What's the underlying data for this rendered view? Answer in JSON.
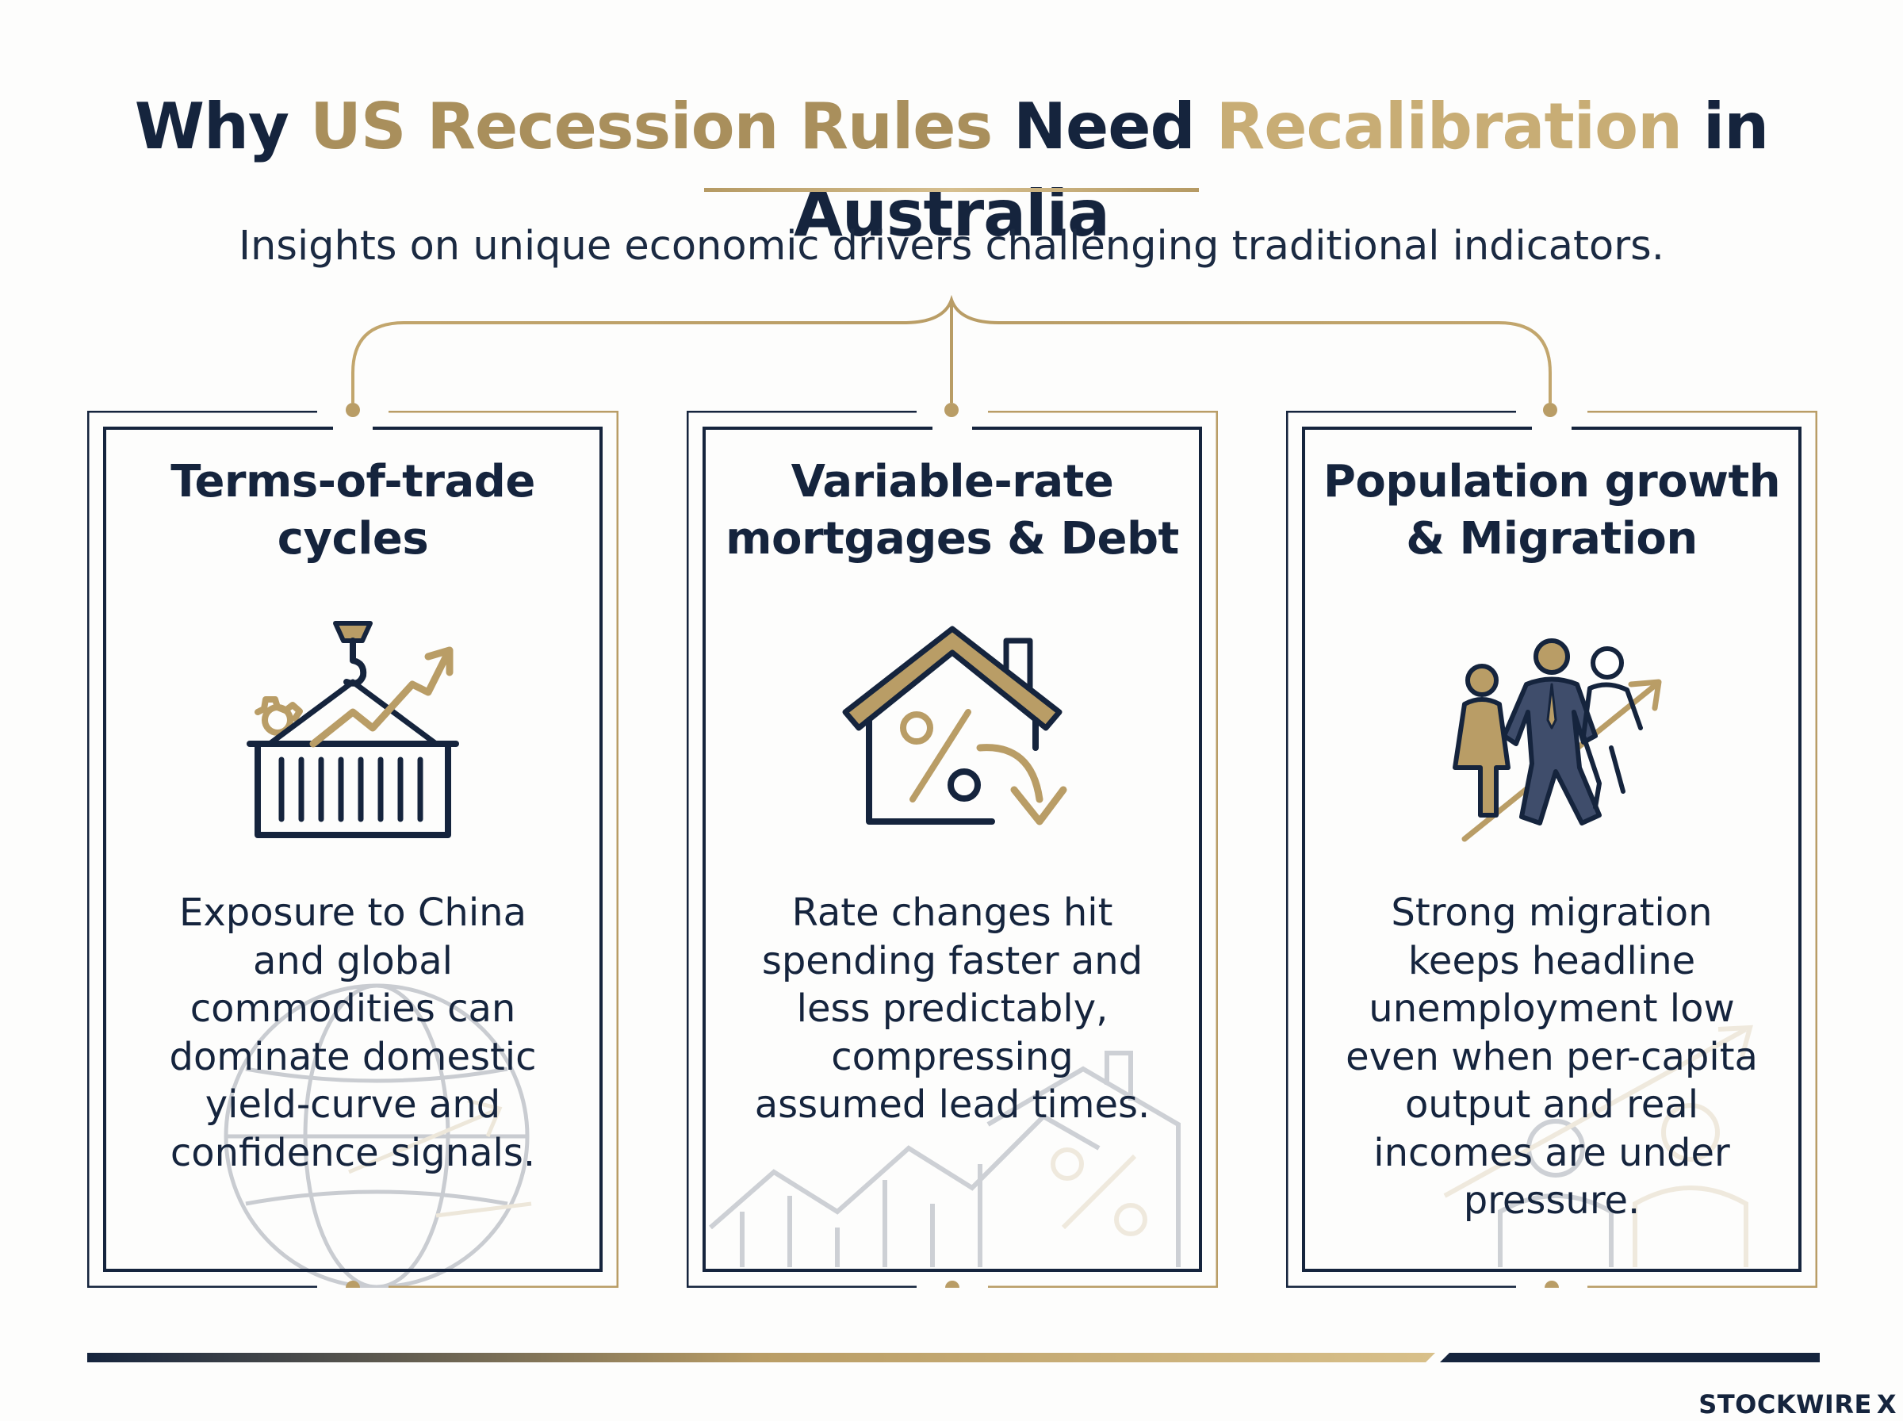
{
  "header": {
    "title_parts": [
      {
        "text": "Why ",
        "tone": "navy"
      },
      {
        "text": "US Recession Rules",
        "tone": "gold"
      },
      {
        "text": " Need ",
        "tone": "navy"
      },
      {
        "text": "Recalibration",
        "tone": "light-gold"
      },
      {
        "text": " in Australia",
        "tone": "navy"
      }
    ],
    "subtitle": "Insights on unique economic drivers challenging traditional indicators."
  },
  "cards": [
    {
      "title_line1": "Terms-of-trade",
      "title_line2": "cycles",
      "icon": "shipping-container-crane-trend-icon",
      "body_lines": [
        "Exposure to China",
        "and global",
        "commodities can",
        "dominate domestic",
        "yield-curve and",
        "confidence signals."
      ]
    },
    {
      "title_line1": "Variable-rate",
      "title_line2": "mortgages & Debt",
      "icon": "house-percent-down-arrow-icon",
      "body_lines": [
        "Rate changes hit",
        "spending faster and",
        "less predictably,",
        "compressing",
        "assumed lead times."
      ]
    },
    {
      "title_line1": "Population growth",
      "title_line2": "& Migration",
      "icon": "people-growth-arrow-icon",
      "body_lines": [
        "Strong migration",
        "keeps headline",
        "unemployment low",
        "even when per-capita",
        "output and real",
        "incomes are under",
        "pressure."
      ]
    }
  ],
  "footer": {
    "brand": "STOCKWIRE",
    "brand_mark": "X"
  },
  "colors": {
    "navy": "#15243d",
    "gold": "#a98f5c",
    "light_gold": "#c8ad75",
    "background": "#fdfdfc"
  }
}
